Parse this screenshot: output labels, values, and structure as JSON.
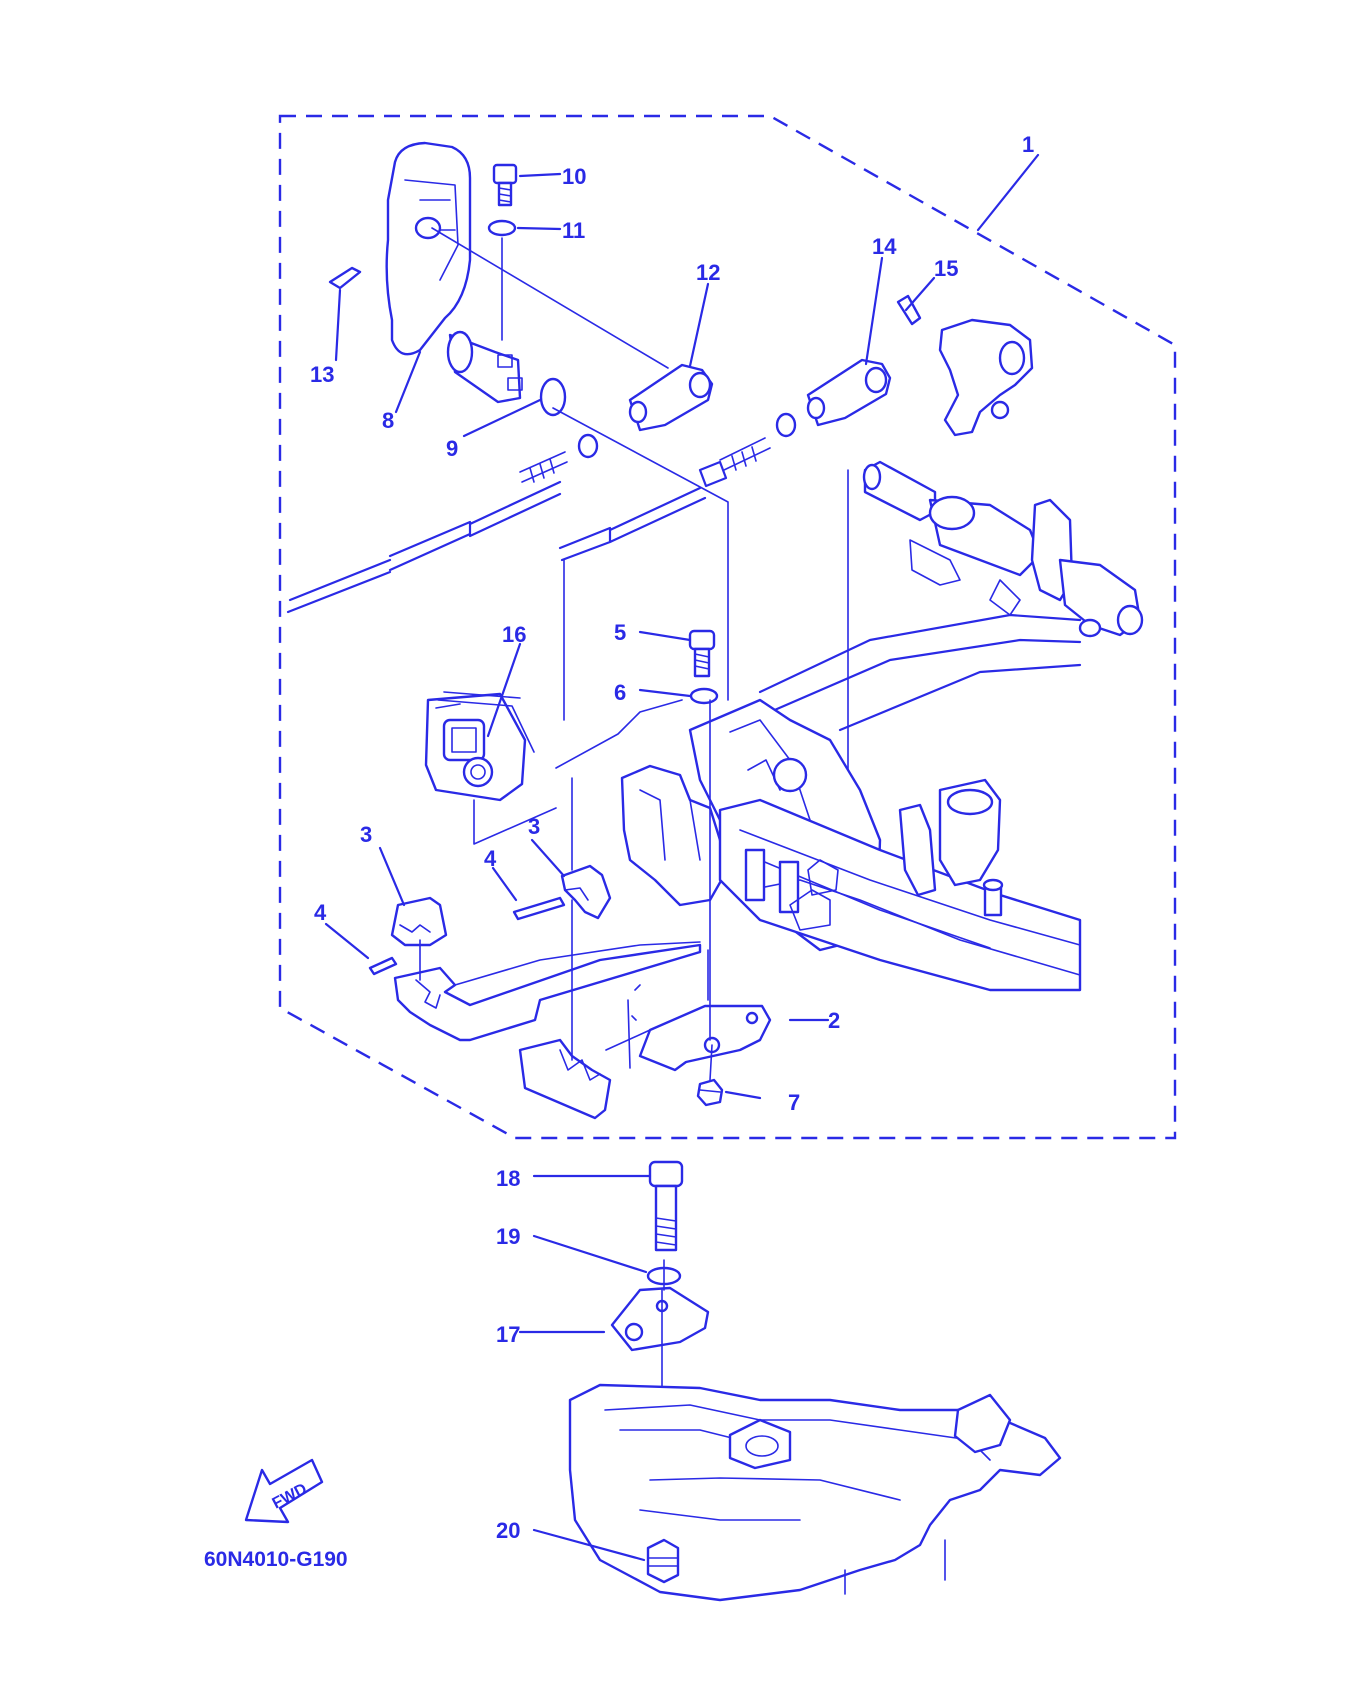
{
  "diagram_code": "60N4010-G190",
  "direction_badge": "FWD",
  "line_color": "#2a2ae6",
  "callouts": {
    "c1": "1",
    "c2": "2",
    "c3a": "3",
    "c3b": "3",
    "c4a": "4",
    "c4b": "4",
    "c5": "5",
    "c6": "6",
    "c7": "7",
    "c8": "8",
    "c9": "9",
    "c10": "10",
    "c11": "11",
    "c12": "12",
    "c13": "13",
    "c14": "14",
    "c15": "15",
    "c16": "16",
    "c17": "17",
    "c18": "18",
    "c19": "19",
    "c20": "20"
  }
}
